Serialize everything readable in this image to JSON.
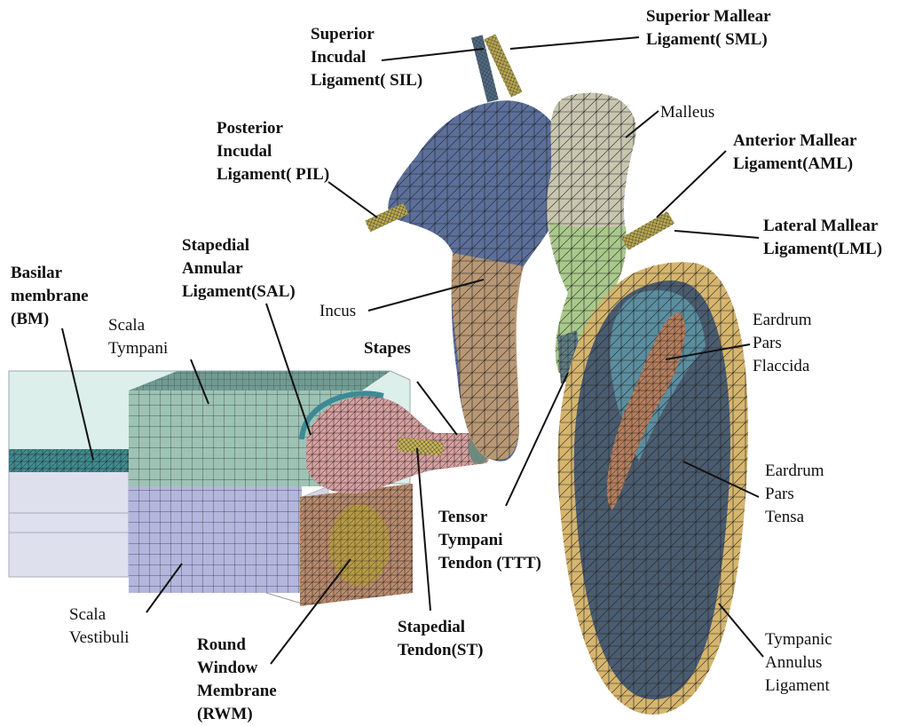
{
  "colors": {
    "background": "#ffffff",
    "leader_line": "#111111",
    "incus_upper": "#5b6f9a",
    "incus_lower": "#b89874",
    "malleus": "#c9c6b0",
    "malleus_neck": "#a9c98a",
    "eardrum_flaccida": "#4f6f86",
    "eardrum_tensa": "#4a5c70",
    "annulus": "#d6b56d",
    "stapes": "#d8a0a0",
    "scala_tympani": "#9dc3b5",
    "scala_vestibuli": "#b3b6dd",
    "round_window_membrane": "#b98a6c",
    "ligament": "#b7a64e",
    "mesh": "#222222"
  },
  "labels": {
    "sml": [
      "Superior Mallear",
      "Ligament( SML)"
    ],
    "sil": [
      "Superior",
      "Incudal",
      "Ligament( SIL)"
    ],
    "pil": [
      "Posterior",
      "Incudal",
      "Ligament( PIL)"
    ],
    "malleus": [
      "Malleus"
    ],
    "aml": [
      "Anterior Mallear",
      "Ligament(AML)"
    ],
    "lml": [
      "Lateral Mallear",
      "Ligament(LML)"
    ],
    "bm": [
      "Basilar",
      "membrane",
      "(BM)"
    ],
    "sal": [
      "Stapedial",
      "Annular",
      "Ligament(SAL)"
    ],
    "incus": [
      "Incus"
    ],
    "scala_tympani": [
      "Scala",
      "Tympani"
    ],
    "stapes": [
      "Stapes"
    ],
    "eardrum_flaccida": [
      "Eardrum",
      "Pars",
      "Flaccida"
    ],
    "eardrum_tensa": [
      "Eardrum",
      "Pars",
      "Tensa"
    ],
    "ttt": [
      "Tensor",
      "Tympani",
      "Tendon (TTT)"
    ],
    "scala_vestibuli": [
      "Scala",
      "Vestibuli"
    ],
    "rwm": [
      "Round",
      "Window",
      "Membrane",
      "(RWM)"
    ],
    "st": [
      "Stapedial",
      "Tendon(ST)"
    ],
    "annulus": [
      "Tympanic",
      "Annulus",
      "Ligament"
    ]
  }
}
